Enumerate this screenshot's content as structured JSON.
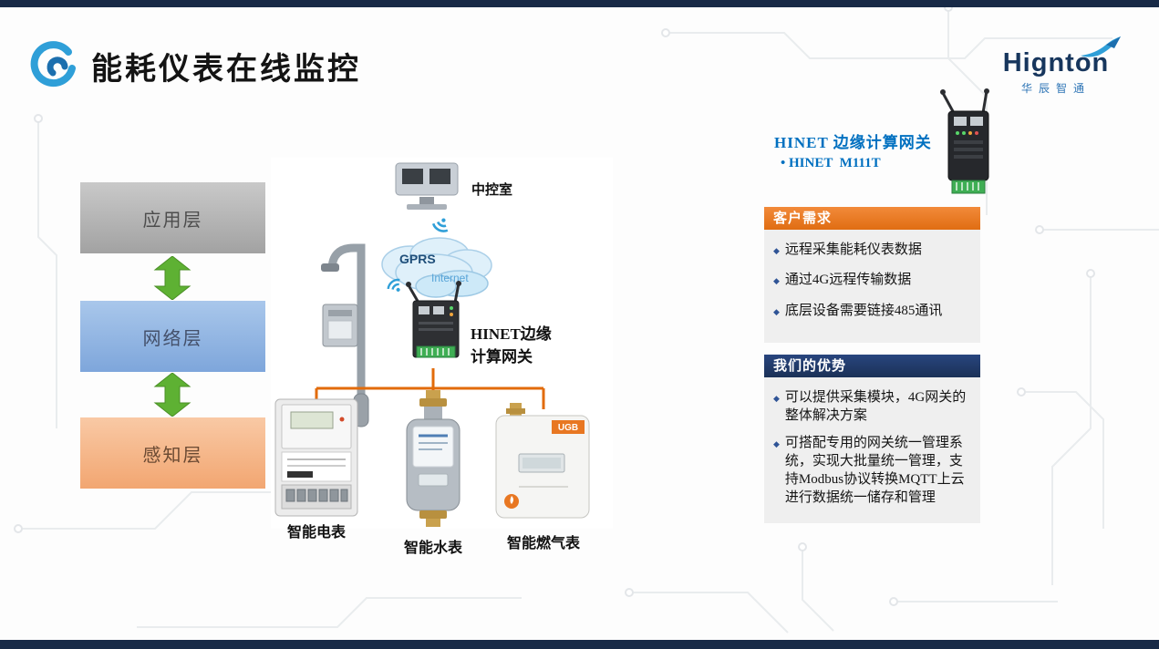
{
  "page": {
    "title": "能耗仪表在线监控"
  },
  "brand": {
    "name": "Hignton",
    "subtitle": "华辰智通"
  },
  "layers": [
    {
      "label": "应用层"
    },
    {
      "label": "网络层"
    },
    {
      "label": "感知层"
    }
  ],
  "diagram": {
    "control_room_label": "中控室",
    "cloud": {
      "gprs": "GPRS",
      "internet": "Internet"
    },
    "gateway_label": "HINET边缘\n计算网关",
    "meters": [
      {
        "label": "智能电表"
      },
      {
        "label": "智能水表"
      },
      {
        "label": "智能燃气表",
        "badge": "UGB"
      }
    ]
  },
  "product": {
    "title": "HINET 边缘计算网关",
    "model": "HINET  M111T"
  },
  "sections": {
    "requirements": {
      "title": "客户需求",
      "items": [
        "远程采集能耗仪表数据",
        "通过4G远程传输数据",
        "底层设备需要链接485通讯"
      ]
    },
    "advantages": {
      "title": "我们的优势",
      "items": [
        "可以提供采集模块，4G网关的整体解决方案",
        "可搭配专用的网关统一管理系统，实现大批量统一管理，支持Modbus协议转换MQTT上云进行数据统一储存和管理"
      ]
    }
  },
  "colors": {
    "accent_orange": "#e87722",
    "accent_navy": "#1f3864",
    "brand_blue": "#0070c0",
    "arrow_green": "#5eb133",
    "line_orange": "#e26b0a"
  }
}
